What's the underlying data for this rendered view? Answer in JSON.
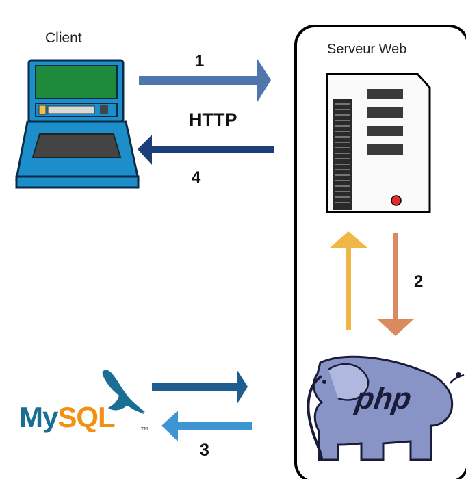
{
  "client": {
    "label": "Client"
  },
  "server": {
    "label": "Serveur Web"
  },
  "steps": {
    "step1": "1",
    "http": "HTTP",
    "step4": "4",
    "step2": "2",
    "step3": "3"
  },
  "logos": {
    "mysql_part1": "My",
    "mysql_part2": "SQL",
    "mysql_tm": "TM",
    "php": "php"
  },
  "colors": {
    "arrow_request": "#4f77ad",
    "arrow_response": "#1c3f7a",
    "arrow_php_up": "#f0b646",
    "arrow_php_down": "#d98a5e",
    "arrow_mysql_request": "#1f5d8f",
    "arrow_mysql_response": "#3d96d2",
    "laptop_body": "#1c8ec9",
    "laptop_screen": "#1d8a3c",
    "php_elephant": "#8994c6",
    "mysql_blue": "#1a6e94",
    "mysql_orange": "#f29111"
  },
  "icons": [
    "laptop-icon",
    "server-tower-icon",
    "mysql-dolphin-icon",
    "php-elephant-icon"
  ]
}
